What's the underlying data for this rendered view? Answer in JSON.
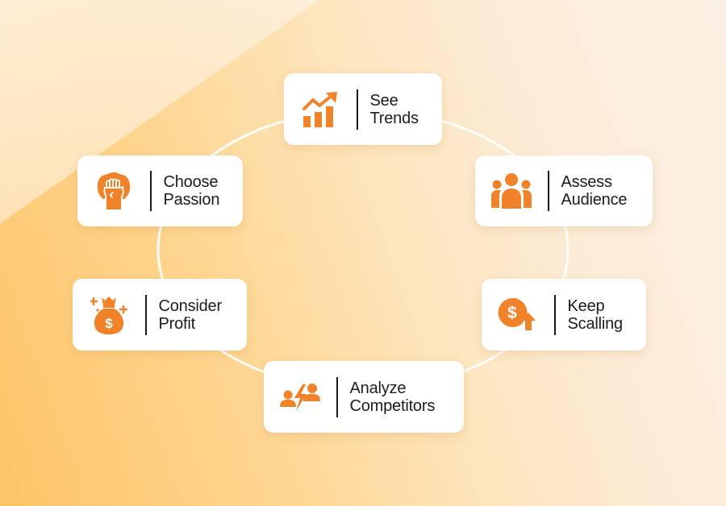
{
  "diagram": {
    "type": "cycle",
    "accent_color": "#f0822a",
    "ring_color": "#ffffff",
    "steps": [
      {
        "id": "see-trends",
        "icon": "trend-chart-icon",
        "line1": "See",
        "line2": "Trends"
      },
      {
        "id": "assess-audience",
        "icon": "audience-group-icon",
        "line1": "Assess",
        "line2": "Audience"
      },
      {
        "id": "keep-scaling",
        "icon": "dollar-growth-icon",
        "line1": "Keep",
        "line2": "Scalling"
      },
      {
        "id": "analyze-competitors",
        "icon": "competitors-lightning-icon",
        "line1": "Analyze",
        "line2": "Competitors"
      },
      {
        "id": "consider-profit",
        "icon": "money-bag-icon",
        "line1": "Consider",
        "line2": "Profit"
      },
      {
        "id": "choose-passion",
        "icon": "raised-fist-icon",
        "line1": "Choose",
        "line2": "Passion"
      }
    ]
  }
}
